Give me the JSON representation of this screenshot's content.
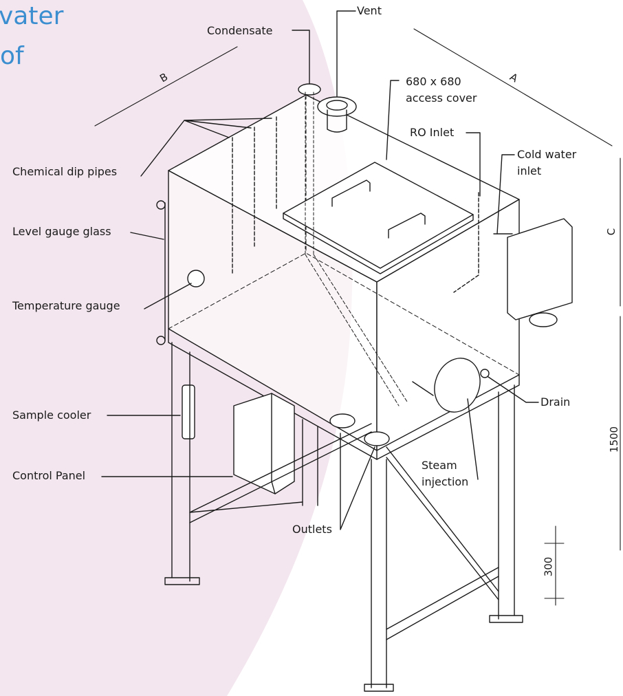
{
  "heading": {
    "line1": "vater",
    "line2": "of"
  },
  "colors": {
    "background_arc": "#f3e6ee",
    "heading": "#3b8fd0",
    "line": "#1a1a1a"
  },
  "labels": {
    "vent": "Vent",
    "condensate": "Condensate",
    "access_cover_line1": "680 x 680",
    "access_cover_line2": "access cover",
    "ro_inlet": "RO Inlet",
    "cold_water_line1": "Cold water",
    "cold_water_line2": "inlet",
    "chemical_dip_pipes": "Chemical dip pipes",
    "level_gauge_glass": "Level gauge glass",
    "temperature_gauge": "Temperature gauge",
    "sample_cooler": "Sample cooler",
    "control_panel": "Control Panel",
    "drain": "Drain",
    "steam_injection_line1": "Steam",
    "steam_injection_line2": "injection",
    "outlets": "Outlets"
  },
  "dimensions": {
    "a": "A",
    "b": "B",
    "c": "C",
    "height_1500": "1500",
    "height_300": "300"
  }
}
